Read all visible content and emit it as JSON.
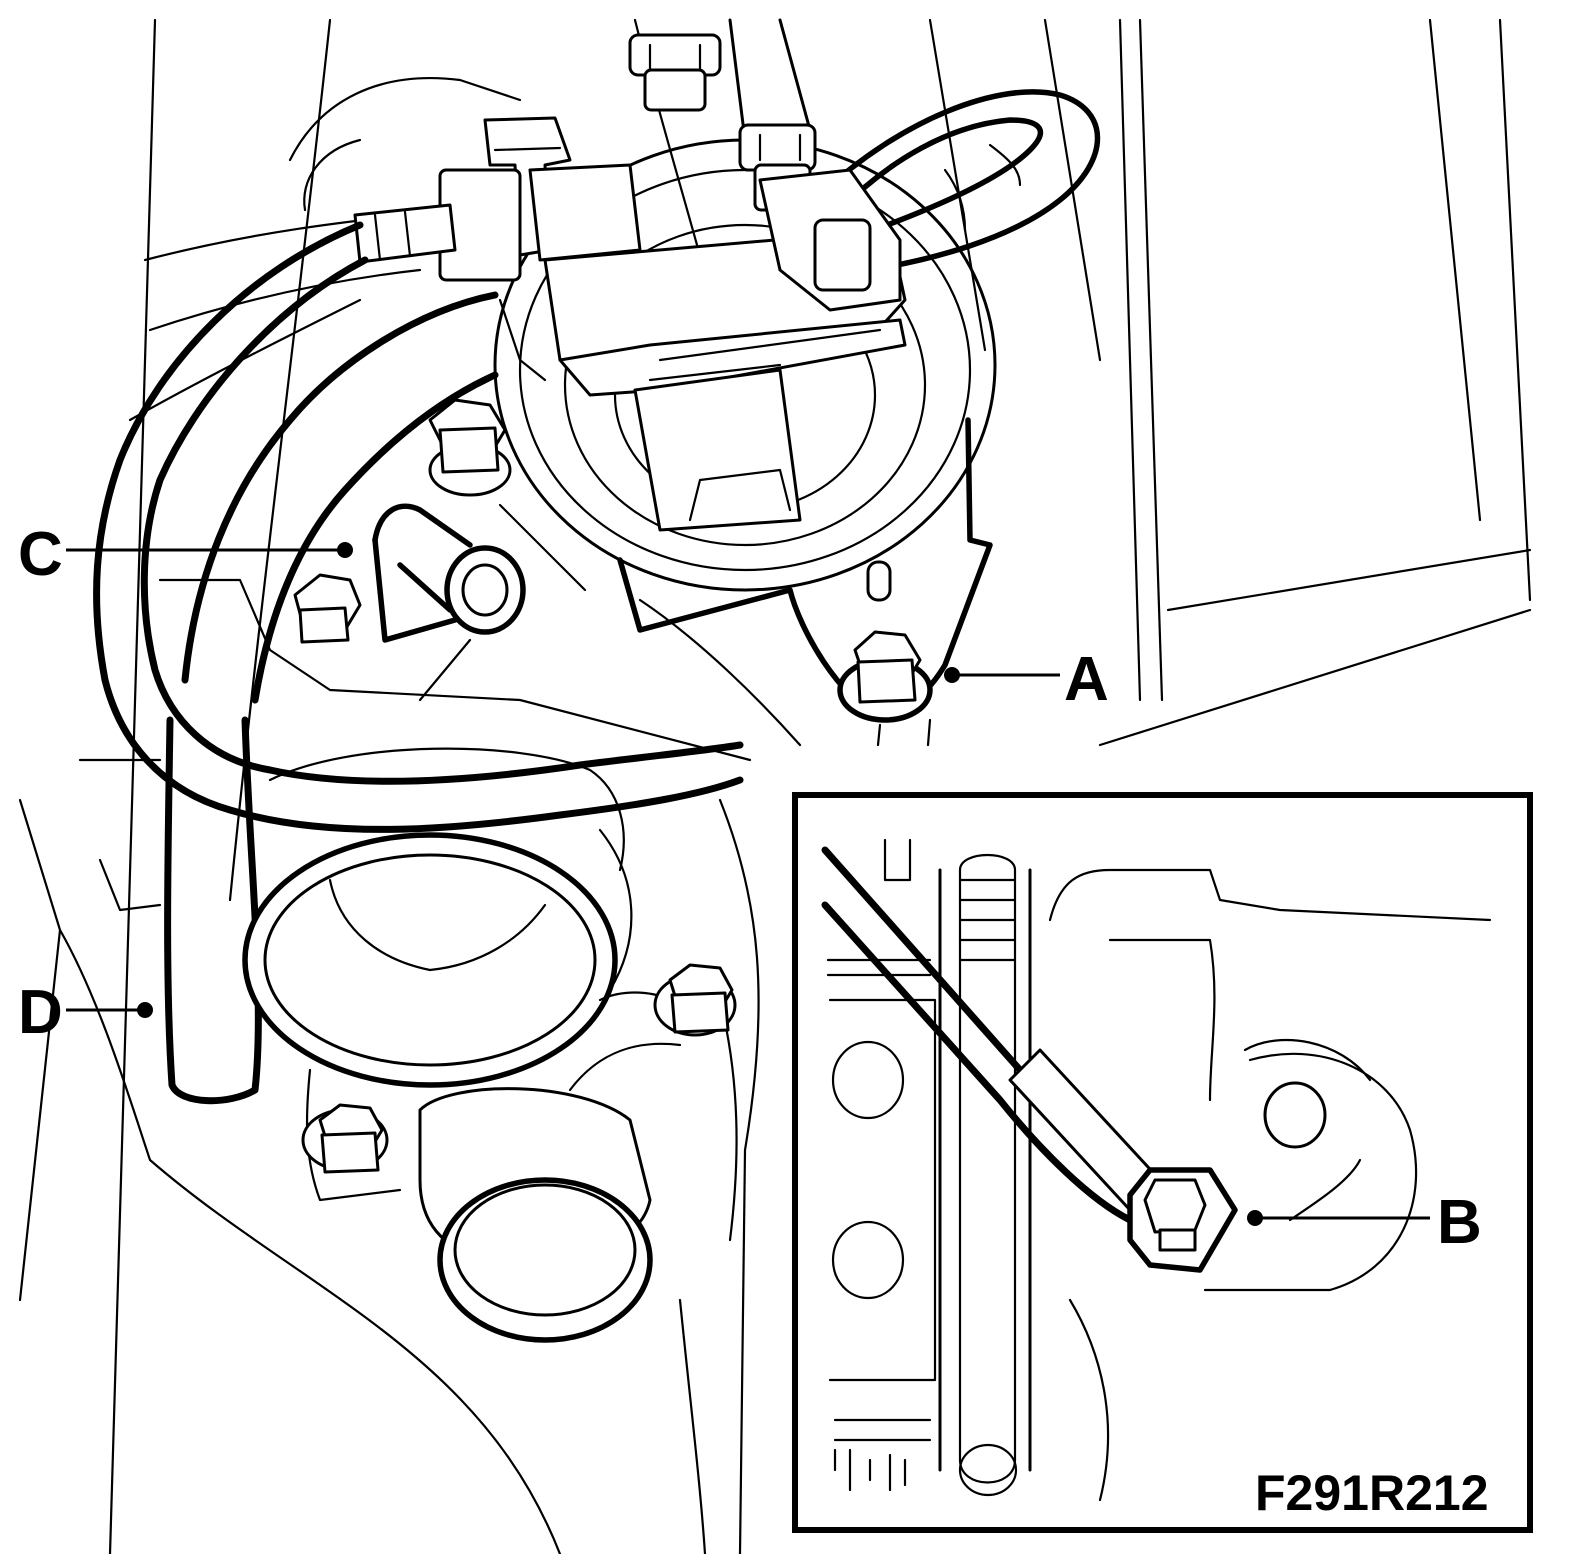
{
  "figure": {
    "code": "F291R212",
    "callouts": [
      {
        "id": "A",
        "label": "A"
      },
      {
        "id": "B",
        "label": "B"
      },
      {
        "id": "C",
        "label": "C"
      },
      {
        "id": "D",
        "label": "D"
      }
    ]
  },
  "colors": {
    "line": "#000000",
    "background": "#ffffff"
  }
}
